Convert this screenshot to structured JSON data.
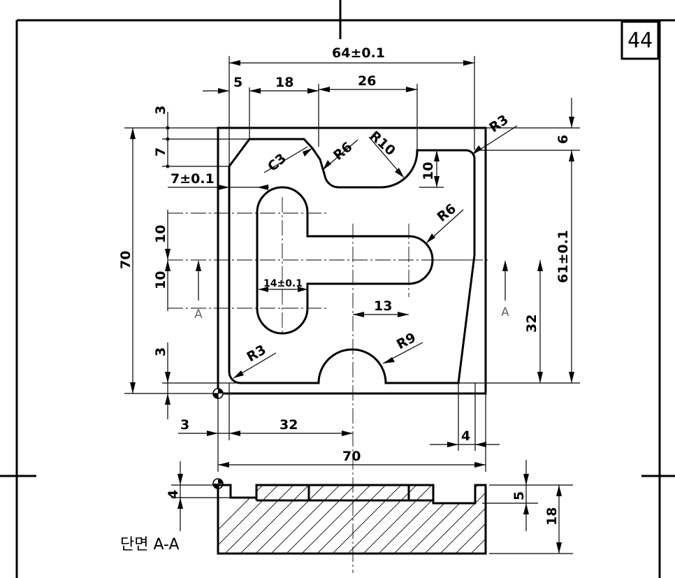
{
  "sheet": {
    "page_number": "44"
  },
  "section_label": "단면 A-A",
  "section_marker": "A",
  "dimensions": {
    "d64": "64±0.1",
    "d5": "5",
    "d18": "18",
    "d26": "26",
    "d3a": "3",
    "d7": "7",
    "d7tol": "7±0.1",
    "d70v": "70",
    "d10a": "10",
    "d10b": "10",
    "d3b": "3",
    "r3a": "R3",
    "r6a": "R6",
    "r10": "R10",
    "c3": "C3",
    "d10c": "10",
    "r6b": "R6",
    "d14": "14±0.1",
    "d13": "13",
    "r9": "R9",
    "r3b": "R3",
    "d6": "6",
    "d61": "61±0.1",
    "d32v": "32",
    "d3c": "3",
    "d32h": "32",
    "d4a": "4",
    "d70h": "70",
    "d4b": "4",
    "d5b": "5",
    "d18b": "18"
  }
}
